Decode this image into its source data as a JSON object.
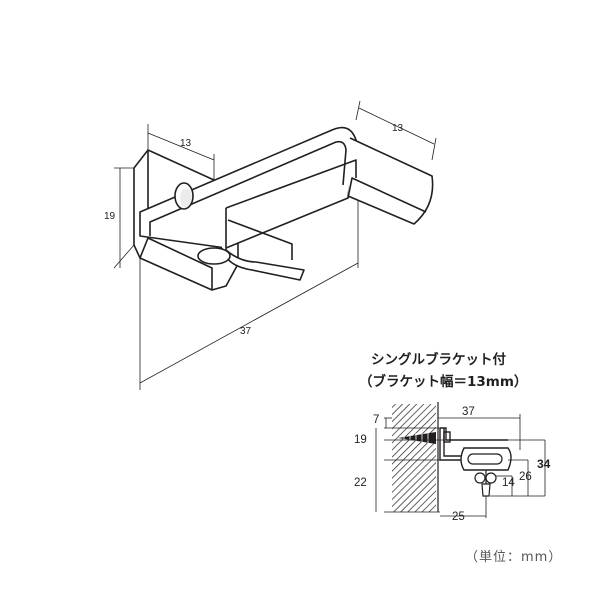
{
  "iso_view": {
    "dim_width_left": "13",
    "dim_width_right": "13",
    "dim_height": "19",
    "dim_length": "37"
  },
  "section_view": {
    "caption_line1": "シングルブラケット付",
    "caption_line2": "（ブラケット幅＝13mm）",
    "dim_7": "7",
    "dim_37": "37",
    "dim_19": "19",
    "dim_22": "22",
    "dim_34": "34",
    "dim_26": "26",
    "dim_14": "14",
    "dim_25": "25"
  },
  "unit_note": "（単位：mm）"
}
